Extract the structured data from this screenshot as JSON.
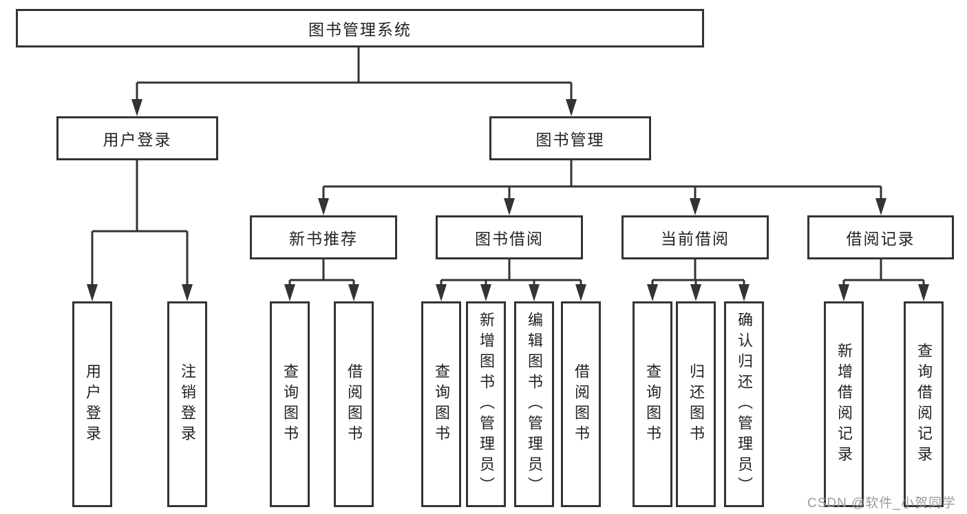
{
  "tree": {
    "label": "图书管理系统",
    "children": [
      {
        "label": "用户登录",
        "children": [
          {
            "label": "用户登录"
          },
          {
            "label": "注销登录"
          }
        ]
      },
      {
        "label": "图书管理",
        "children": [
          {
            "label": "新书推荐",
            "children": [
              {
                "label": "查询图书"
              },
              {
                "label": "借阅图书"
              }
            ]
          },
          {
            "label": "图书借阅",
            "children": [
              {
                "label": "查询图书"
              },
              {
                "label": "新增图书（管理员）"
              },
              {
                "label": "编辑图书（管理员）"
              },
              {
                "label": "借阅图书"
              }
            ]
          },
          {
            "label": "当前借阅",
            "children": [
              {
                "label": "查询图书"
              },
              {
                "label": "归还图书"
              },
              {
                "label": "确认归还（管理员）"
              }
            ]
          },
          {
            "label": "借阅记录",
            "children": [
              {
                "label": "新增借阅记录"
              },
              {
                "label": "查询借阅记录"
              }
            ]
          }
        ]
      }
    ]
  },
  "watermark": {
    "text": "CSDN @软件_小贺同学"
  },
  "colors": {
    "line": "#333333",
    "text": "#222222",
    "box_fill": "#ffffff",
    "watermark": "#9b9b9b",
    "background": "#ffffff"
  }
}
